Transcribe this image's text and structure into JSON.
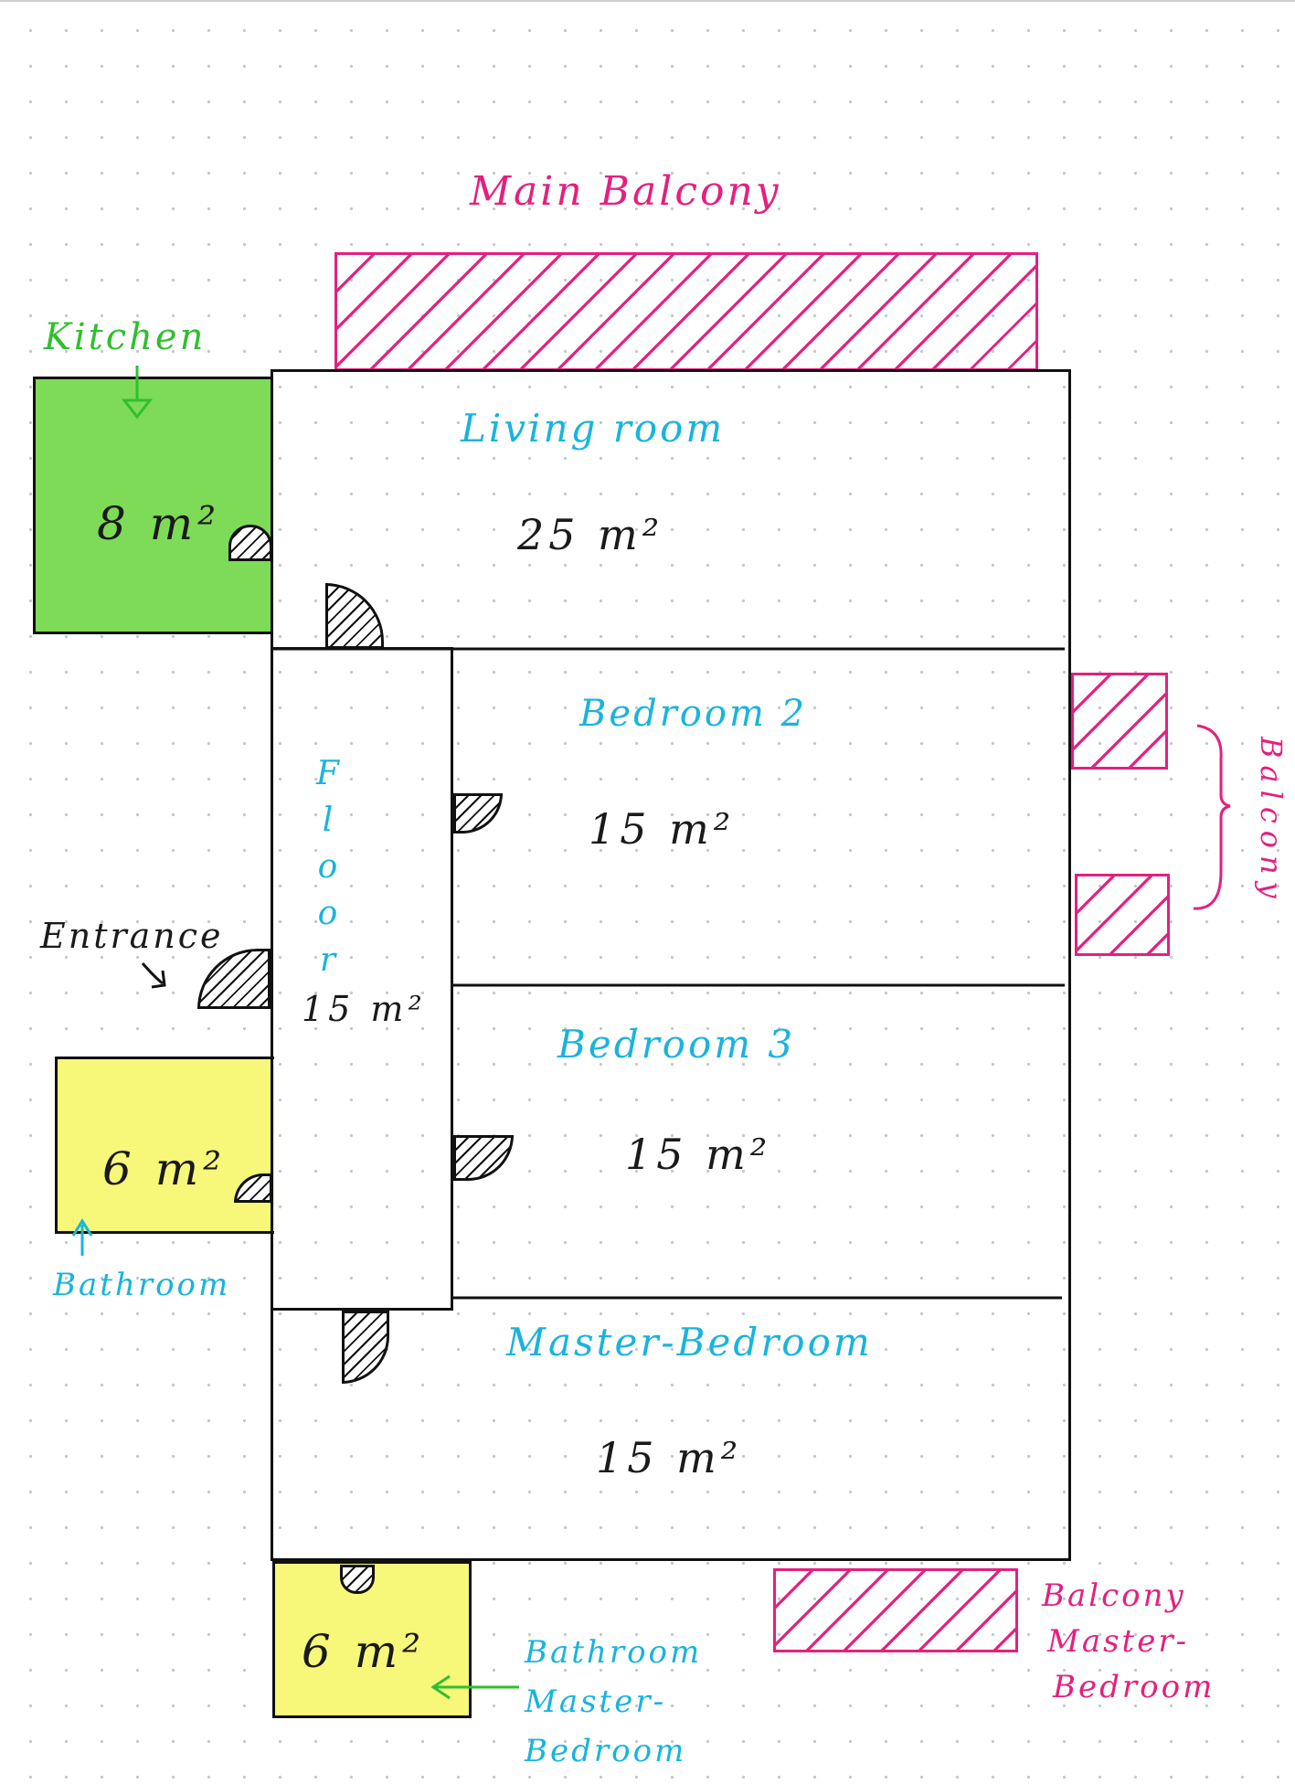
{
  "labels": {
    "main_balcony": "Main Balcony",
    "kitchen": "Kitchen",
    "living_room": "Living room",
    "bedroom_2": "Bedroom 2",
    "bedroom_3": "Bedroom 3",
    "master_bedroom": "Master-Bedroom",
    "floor": "Floor",
    "entrance": "Entrance",
    "bathroom": "Bathroom",
    "balcony_side": "Balcony",
    "balcony_master_line1": "Balcony",
    "balcony_master_line2": "Master-",
    "balcony_master_line3": "Bedroom",
    "bathroom_master_line1": "Bathroom",
    "bathroom_master_line2": "Master-",
    "bathroom_master_line3": "Bedroom"
  },
  "areas": {
    "kitchen": "8 m²",
    "living_room": "25 m²",
    "bedroom_2": "15 m²",
    "bedroom_3": "15 m²",
    "master_bedroom": "15 m²",
    "floor": "15 m²",
    "bathroom": "6 m²",
    "bathroom_master": "6 m²"
  },
  "colors": {
    "room_label": "#18b4dd",
    "balcony": "#e4207f",
    "kitchen_label": "#2fbf2f",
    "kitchen_fill": "#7ddb57",
    "bathroom_fill": "#f7f77a"
  }
}
